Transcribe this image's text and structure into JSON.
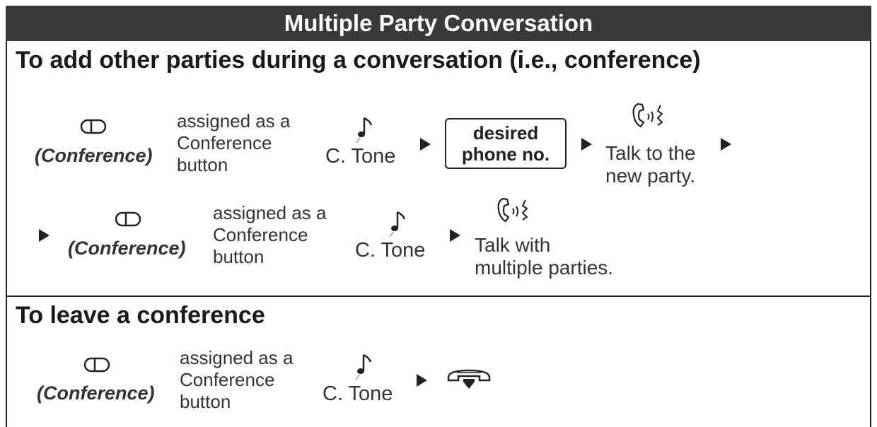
{
  "banner": {
    "title": "Multiple Party Conversation"
  },
  "section1": {
    "title": "To add other parties during a conversation (i.e., conference)",
    "conference_label": "(Conference)",
    "assigned_line1": "assigned as a",
    "assigned_line2": "Conference",
    "assigned_line3": "button",
    "tone_label": "C. Tone",
    "phone_box_line1": "desired",
    "phone_box_line2": "phone no.",
    "talk_new_line1": "Talk to the",
    "talk_new_line2": "new party.",
    "talk_multi_line1": "Talk with",
    "talk_multi_line2": "multiple parties."
  },
  "section2": {
    "title": "To leave a conference",
    "conference_label": "(Conference)",
    "assigned_line1": "assigned as a",
    "assigned_line2": "Conference",
    "assigned_line3": "button",
    "tone_label": "C. Tone"
  },
  "icons": [
    "flexible-button-icon",
    "confirmation-tone-icon",
    "talk-icon",
    "on-hook-icon",
    "next-step-arrow-icon"
  ]
}
